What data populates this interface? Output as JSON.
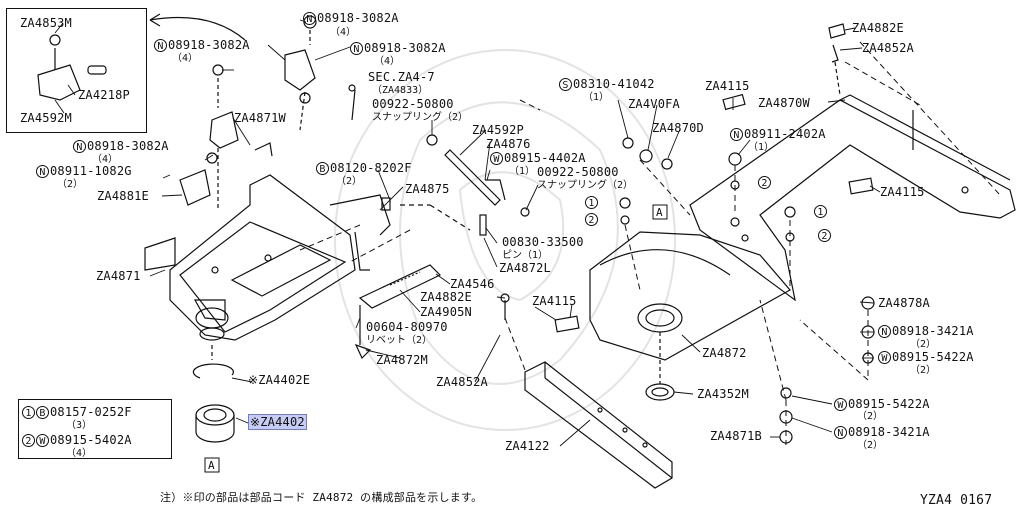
{
  "diagram": {
    "title": "YZA4 0167",
    "footnote": "注）※印の部品は部品コード ZA4872 の構成部品を示します。",
    "inset": [
      "ZA4853M",
      "ZA4218P",
      "ZA4592M"
    ],
    "callouts": {
      "c1": {
        "mark": "N",
        "code": "08918-3082A",
        "qty": "（4）"
      },
      "c2": {
        "mark": "N",
        "code": "08918-3082A",
        "qty": "（4）"
      },
      "c3": {
        "mark": "N",
        "code": "08918-3082A",
        "qty": "（4）"
      },
      "c4": {
        "mark": "N",
        "code": "08918-3082A",
        "qty": "（4）"
      },
      "c5": {
        "mark": "N",
        "code": "08911-1082G",
        "qty": "（2）"
      },
      "c6": {
        "code": "ZA4881E"
      },
      "c7": {
        "code": "ZA4871W"
      },
      "c8": {
        "code": "SEC.ZA4-7",
        "qty": "（ZA4833）"
      },
      "c9": {
        "code": "00922-50800",
        "sub": "スナップリング（2）"
      },
      "c10": {
        "mark": "B",
        "code": "08120-8202F",
        "qty": "（2）"
      },
      "c11": {
        "code": "ZA4875"
      },
      "c12": {
        "code": "ZA4592P"
      },
      "c13": {
        "code": "ZA4876"
      },
      "c14": {
        "mark": "W",
        "code": "08915-4402A",
        "qty": "（1）"
      },
      "c15": {
        "code": "00922-50800",
        "sub": "スナップリング（2）"
      },
      "c16": {
        "code": "00830-33500",
        "sub": "ピン（1）"
      },
      "c17": {
        "code": "ZA4872L"
      },
      "c18": {
        "code": "ZA4546"
      },
      "c19": {
        "code": "ZA4882E"
      },
      "c20": {
        "code": "ZA4905N"
      },
      "c21": {
        "code": "00604-80970",
        "sub": "リベット（2）"
      },
      "c22": {
        "code": "ZA4872M"
      },
      "c23": {
        "code": "ZA4871"
      },
      "c24": {
        "code": "※ZA4402E"
      },
      "c25": {
        "code": "※ZA4402"
      },
      "c26": {
        "code": "ZA4852A"
      },
      "c27": {
        "code": "ZA4115"
      },
      "c28": {
        "code": "ZA4122"
      },
      "c29": {
        "mark": "S",
        "code": "08310-41042",
        "qty": "（1）"
      },
      "c30": {
        "code": "ZA4V0FA"
      },
      "c31": {
        "code": "ZA4870D"
      },
      "c32": {
        "code": "ZA4115"
      },
      "c33": {
        "mark": "N",
        "code": "08911-2402A",
        "qty": "（1）"
      },
      "c34": {
        "code": "ZA4870W"
      },
      "c35": {
        "code": "ZA4882E"
      },
      "c36": {
        "code": "ZA4852A"
      },
      "c37": {
        "code": "ZA4115"
      },
      "c38": {
        "code": "ZA4878A"
      },
      "c39": {
        "mark": "N",
        "code": "08918-3421A",
        "qty": "（2）"
      },
      "c40": {
        "mark": "W",
        "code": "08915-5422A",
        "qty": "（2）"
      },
      "c41": {
        "mark": "W",
        "code": "08915-5422A",
        "qty": "（2）"
      },
      "c42": {
        "mark": "N",
        "code": "08918-3421A",
        "qty": "（2）"
      },
      "c43": {
        "code": "ZA4871B"
      },
      "c44": {
        "code": "ZA4352M"
      },
      "c45": {
        "code": "ZA4872"
      }
    },
    "ref_a": "A",
    "legend": [
      {
        "num": "1",
        "mark": "B",
        "code": "08157-0252F",
        "qty": "（3）"
      },
      {
        "num": "2",
        "mark": "W",
        "code": "08915-5402A",
        "qty": "（4）"
      }
    ],
    "circle_markers": [
      "1",
      "2"
    ],
    "highlight_color": "#c7cdf2"
  }
}
